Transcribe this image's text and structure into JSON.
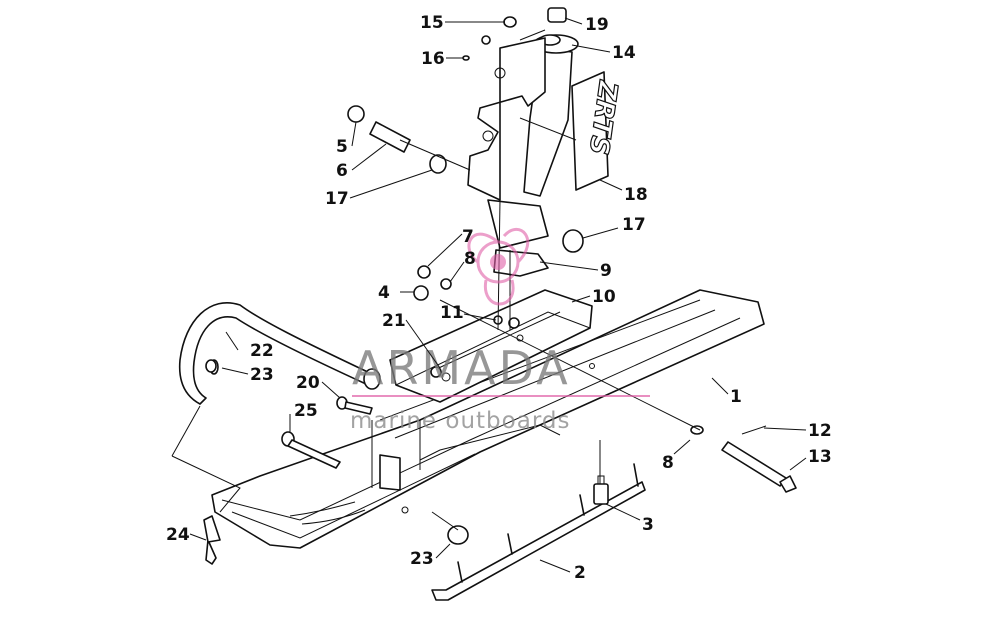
{
  "watermark": {
    "brand": "ARMADA",
    "tagline": "marine outboards",
    "accent_color": "#e060a8"
  },
  "decal_text": "ZRTS",
  "callouts": [
    {
      "id": "c15",
      "label": "15"
    },
    {
      "id": "c19",
      "label": "19"
    },
    {
      "id": "c16",
      "label": "16"
    },
    {
      "id": "c14",
      "label": "14"
    },
    {
      "id": "c5",
      "label": "5"
    },
    {
      "id": "c6",
      "label": "6"
    },
    {
      "id": "c17a",
      "label": "17"
    },
    {
      "id": "c18",
      "label": "18"
    },
    {
      "id": "c17b",
      "label": "17"
    },
    {
      "id": "c7",
      "label": "7"
    },
    {
      "id": "c8a",
      "label": "8"
    },
    {
      "id": "c9",
      "label": "9"
    },
    {
      "id": "c4",
      "label": "4"
    },
    {
      "id": "c10",
      "label": "10"
    },
    {
      "id": "c11",
      "label": "11"
    },
    {
      "id": "c21",
      "label": "21"
    },
    {
      "id": "c22",
      "label": "22"
    },
    {
      "id": "c23a",
      "label": "23"
    },
    {
      "id": "c1",
      "label": "1"
    },
    {
      "id": "c20",
      "label": "20"
    },
    {
      "id": "c25",
      "label": "25"
    },
    {
      "id": "c12",
      "label": "12"
    },
    {
      "id": "c8b",
      "label": "8"
    },
    {
      "id": "c13",
      "label": "13"
    },
    {
      "id": "c3",
      "label": "3"
    },
    {
      "id": "c24",
      "label": "24"
    },
    {
      "id": "c23b",
      "label": "23"
    },
    {
      "id": "c2",
      "label": "2"
    }
  ]
}
